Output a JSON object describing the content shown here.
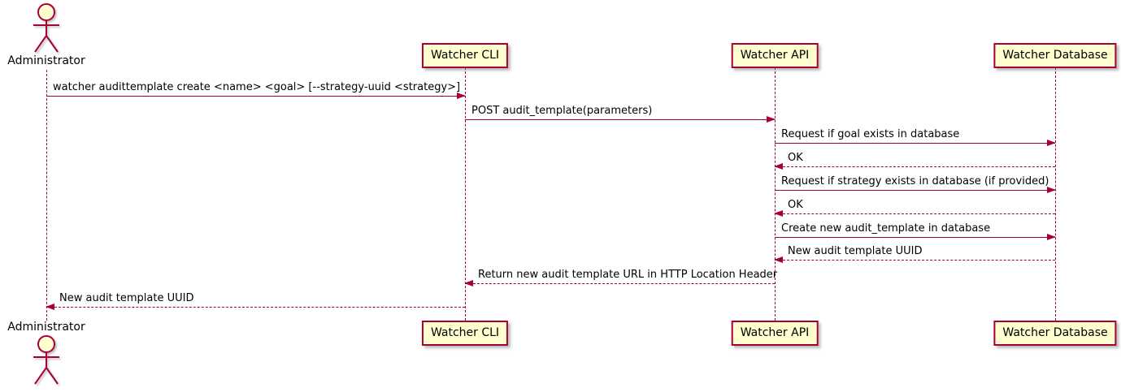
{
  "diagram_type": "sequence",
  "colors": {
    "participant_fill": "#FEFECE",
    "line": "#A80036",
    "text": "#000000",
    "background": "#FFFFFF"
  },
  "actor": {
    "label": "Administrator"
  },
  "participants": [
    {
      "label": "Watcher CLI"
    },
    {
      "label": "Watcher API"
    },
    {
      "label": "Watcher Database"
    }
  ],
  "messages": [
    {
      "from": "Administrator",
      "to": "Watcher CLI",
      "line": "solid",
      "direction": "right",
      "text": "watcher audittemplate create <name> <goal> [--strategy-uuid <strategy>]"
    },
    {
      "from": "Watcher CLI",
      "to": "Watcher API",
      "line": "solid",
      "direction": "right",
      "text": "POST audit_template(parameters)"
    },
    {
      "from": "Watcher API",
      "to": "Watcher Database",
      "line": "solid",
      "direction": "right",
      "text": "Request if goal exists in database"
    },
    {
      "from": "Watcher Database",
      "to": "Watcher API",
      "line": "dashed",
      "direction": "left",
      "text": "OK"
    },
    {
      "from": "Watcher API",
      "to": "Watcher Database",
      "line": "solid",
      "direction": "right",
      "text": "Request if strategy exists in database (if provided)"
    },
    {
      "from": "Watcher Database",
      "to": "Watcher API",
      "line": "dashed",
      "direction": "left",
      "text": "OK"
    },
    {
      "from": "Watcher API",
      "to": "Watcher Database",
      "line": "solid",
      "direction": "right",
      "text": "Create new audit_template in database"
    },
    {
      "from": "Watcher Database",
      "to": "Watcher API",
      "line": "dashed",
      "direction": "left",
      "text": "New audit template UUID"
    },
    {
      "from": "Watcher API",
      "to": "Watcher CLI",
      "line": "dashed",
      "direction": "left",
      "text": "Return new audit template URL in HTTP Location Header"
    },
    {
      "from": "Watcher CLI",
      "to": "Administrator",
      "line": "dashed",
      "direction": "left",
      "text": "New audit template UUID"
    }
  ]
}
